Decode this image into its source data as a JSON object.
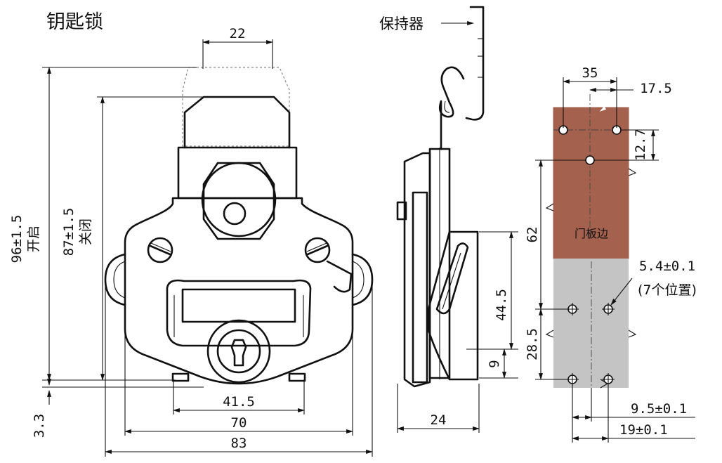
{
  "title": "钥匙锁",
  "labels": {
    "holder": "保持器",
    "door_edge": "门板边",
    "hole_size": "5.4±0.1",
    "hole_count": "(7个位置)",
    "open_note": "开启",
    "closed_note": "关闭"
  },
  "dimensions": {
    "top_width": "22",
    "height_open": "96±1.5",
    "height_closed": "87±1.5",
    "width_41_5": "41.5",
    "width_70": "70",
    "width_83": "83",
    "offset_3_3": "3.3",
    "side_depth": "24",
    "side_44_5": "44.5",
    "side_9": "9",
    "plate_35": "35",
    "plate_17_5": "17.5",
    "plate_12_7": "12.7",
    "plate_62": "62",
    "plate_28_5": "28.5",
    "plate_9_5": "9.5±0.1",
    "plate_19": "19±0.1"
  },
  "colors": {
    "door_panel": "#a4614e",
    "frame_panel": "#c4c4c4",
    "line": "#111111"
  }
}
